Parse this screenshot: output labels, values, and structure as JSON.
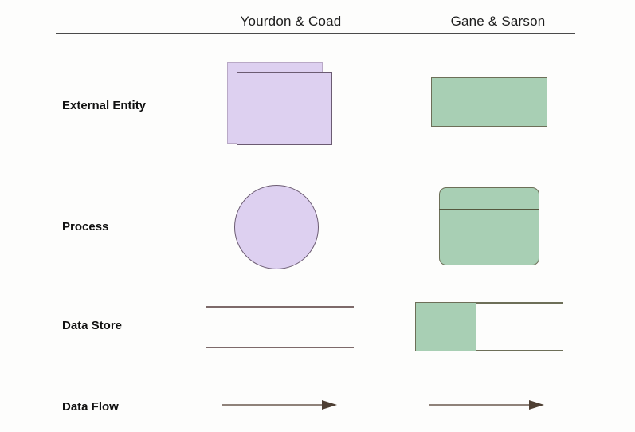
{
  "diagram": {
    "title_columns": {
      "yourdon_coad": "Yourdon & Coad",
      "gane_sarson": "Gane & Sarson"
    },
    "rows": [
      {
        "label": "External Entity"
      },
      {
        "label": "Process"
      },
      {
        "label": "Data Store"
      },
      {
        "label": "Data Flow"
      }
    ],
    "notation": {
      "yourdon_coad": {
        "external_entity": "double-rectangle",
        "process": "circle",
        "data_store": "two-parallel-open-lines",
        "data_flow": "arrow-right"
      },
      "gane_sarson": {
        "external_entity": "rectangle",
        "process": "rounded-rectangle-with-top-band",
        "data_store": "open-rectangle-with-left-id-box",
        "data_flow": "arrow-right"
      }
    },
    "colors": {
      "background": "#fdfdfc",
      "yourdon_fill": "#ddd0f0",
      "yourdon_stroke": "#6b5b72",
      "gane_fill": "#a8cfb4",
      "gane_stroke": "#6d6f58",
      "header_rule": "#4a4a4a",
      "label_text": "#111111",
      "arrow": "#6b5a4e"
    }
  }
}
